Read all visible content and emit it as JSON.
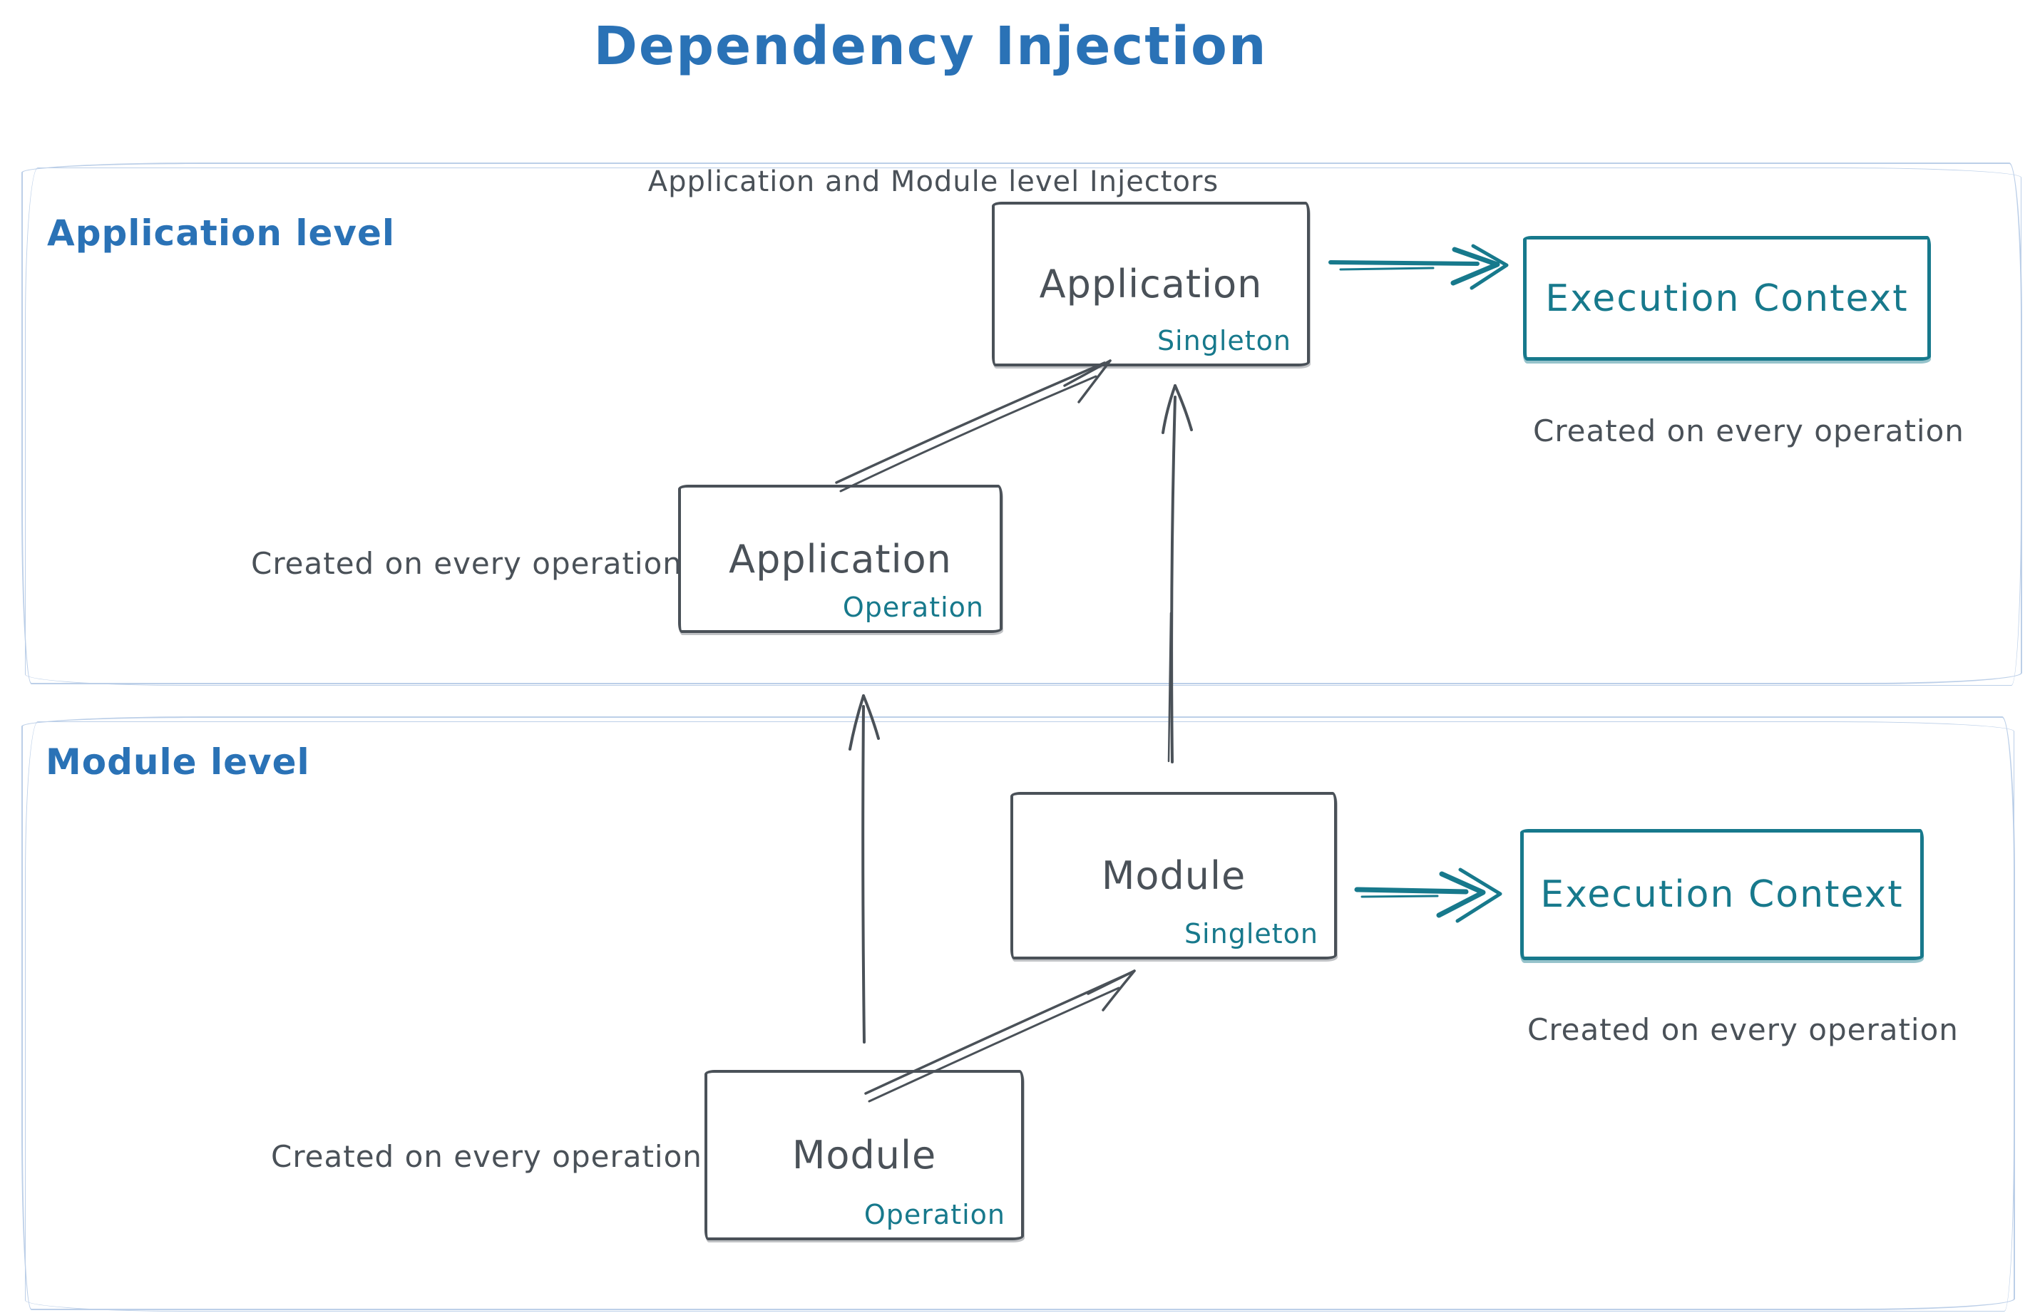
{
  "colors": {
    "blue": "#2a72b6",
    "ink": "#4a5158",
    "teal": "#17798c",
    "frame": "#bccfe8",
    "bg": "#ffffff"
  },
  "header": {
    "title": "Dependency Injection",
    "subtitle": "Application and Module level Injectors"
  },
  "sections": {
    "application": {
      "label": "Application level",
      "singleton_box": {
        "title": "Application",
        "badge": "Singleton"
      },
      "operation_box": {
        "title": "Application",
        "badge": "Operation"
      },
      "operation_caption": "Created on every operation",
      "execution_box": {
        "title": "Execution Context"
      },
      "execution_caption": "Created on every operation"
    },
    "module": {
      "label": "Module level",
      "singleton_box": {
        "title": "Module",
        "badge": "Singleton"
      },
      "operation_box": {
        "title": "Module",
        "badge": "Operation"
      },
      "operation_caption": "Created on every operation",
      "execution_box": {
        "title": "Execution Context"
      },
      "execution_caption": "Created on every operation"
    }
  }
}
